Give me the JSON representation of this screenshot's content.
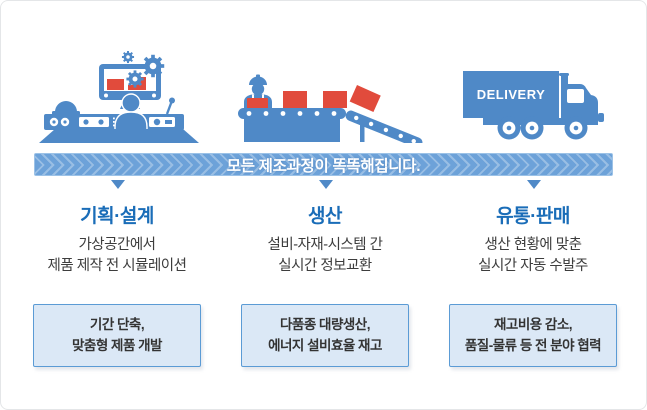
{
  "banner": {
    "text": "모든 제조과정이 똑똑해집니다."
  },
  "illustrations": {
    "delivery_label": "DELIVERY"
  },
  "columns": [
    {
      "title": "기획·설계",
      "desc_line1": "가상공간에서",
      "desc_line2": "제품 제작 전 시뮬레이션",
      "box_line1": "기간 단축,",
      "box_line2": "맞춤형 제품 개발"
    },
    {
      "title": "생산",
      "desc_line1": "설비-자재-시스템 간",
      "desc_line2": "실시간 정보교환",
      "box_line1": "다품종 대량생산,",
      "box_line2": "에너지 설비효율 재고"
    },
    {
      "title": "유통·판매",
      "desc_line1": "생산 현황에 맞춘",
      "desc_line2": "실시간 자동 수발주",
      "box_line1": "재고비용 감소,",
      "box_line2": "품질-물류 등 전 분야 협력"
    }
  ],
  "colors": {
    "icon_blue": "#4f89c7",
    "accent_red": "#e14b3c",
    "banner_blue": "#6da2d9",
    "header_blue": "#1a6db8",
    "box_fill": "#dbe8f6",
    "box_border": "#5b9bd5",
    "text_dark": "#3d3d3d"
  }
}
